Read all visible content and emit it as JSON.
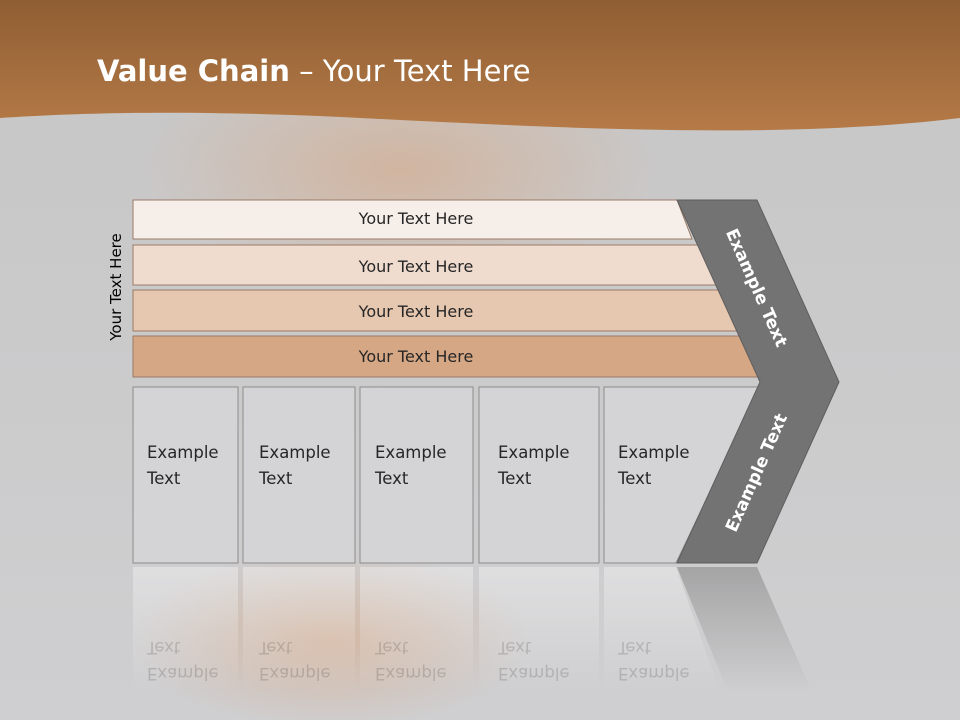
{
  "slide": {
    "title_bold": "Value Chain",
    "title_rest": " – Your Text Here",
    "side_label": "Your Text Here"
  },
  "bars": [
    {
      "label": "Your Text Here",
      "color": "#f6eee9"
    },
    {
      "label": "Your Text Here",
      "color": "#efdccf"
    },
    {
      "label": "Your Text Here",
      "color": "#e6c7b0"
    },
    {
      "label": "Your Text Here",
      "color": "#d6a784"
    }
  ],
  "cells": [
    {
      "line1": "Example",
      "line2": "Text"
    },
    {
      "line1": "Example",
      "line2": "Text"
    },
    {
      "line1": "Example",
      "line2": "Text"
    },
    {
      "line1": "Example",
      "line2": "Text"
    },
    {
      "line1": "Example",
      "line2": "Text"
    }
  ],
  "chevron": {
    "upper_label": "Example Text",
    "lower_label": "Example Text",
    "color": "#737373"
  },
  "colors": {
    "header_brown": "#a0673a",
    "cell_fill": "#d4d4d6",
    "cell_border": "#8c8c8c"
  }
}
